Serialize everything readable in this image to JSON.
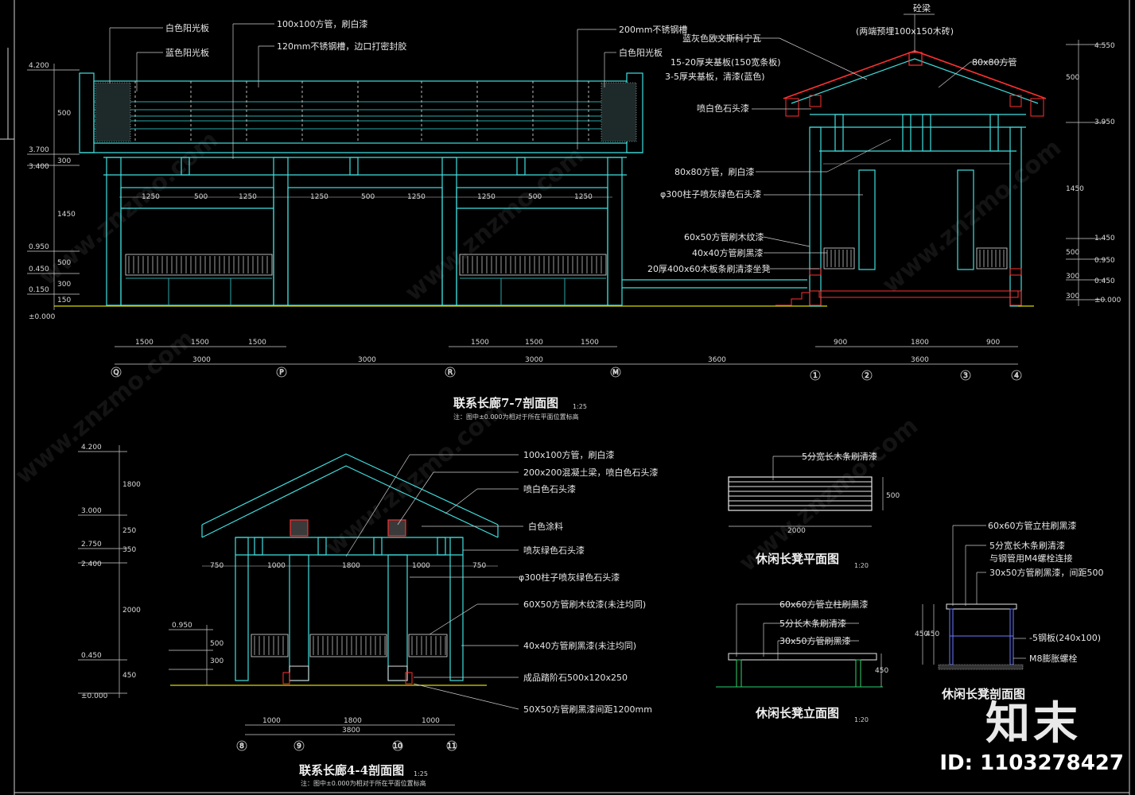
{
  "drawing1": {
    "title": "联系长廊7-7剖面图",
    "scale": "1:25",
    "note": "注：图中±0.000为相对于所在平面位置标高",
    "labels": [
      "白色阳光板",
      "蓝色阳光板",
      "100x100方管，刷白漆",
      "120mm不锈钢槽，边口打密封胶",
      "200mm不锈钢槽",
      "白色阳光板"
    ],
    "levels": [
      "4.200",
      "3.700",
      "3.400",
      "0.950",
      "0.450",
      "0.150",
      "±0.000"
    ],
    "dims_top": [
      "1250",
      "500",
      "1250",
      "1250",
      "500",
      "1250",
      "1250",
      "500",
      "1250"
    ],
    "dims_bottom": [
      "1500",
      "1500",
      "1500",
      "1500",
      "1500",
      "1500"
    ],
    "dims_total": [
      "3000",
      "3000",
      "3000",
      "3600"
    ],
    "axes": [
      "Q",
      "P",
      "R",
      "M"
    ],
    "vdims": [
      "500",
      "300",
      "1450",
      "500",
      "300",
      "150"
    ]
  },
  "pavilion": {
    "top_labels": [
      "砼梁",
      "(两端预埋100x150木砖)"
    ],
    "labels": [
      "蓝灰色欧文斯科宁瓦",
      "15-20厚夹基板(150宽条板)",
      "3-5厚夹基板，清漆(蓝色)",
      "喷白色石头漆",
      "80x80方管，刷白漆",
      "φ300柱子喷灰绿色石头漆",
      "60x50方管刷木纹漆",
      "40x40方管刷黑漆",
      "20厚400x60木板条刷清漆坐凳",
      "80x80方管"
    ],
    "levels": [
      "4.550",
      "3.950",
      "1.450",
      "0.950",
      "0.450",
      "±0.000"
    ],
    "dims_bottom": [
      "900",
      "1800",
      "900"
    ],
    "dims_total": "3600",
    "vdims": [
      "500",
      "1450",
      "500",
      "300",
      "300"
    ],
    "axes": [
      "1",
      "2",
      "3",
      "4"
    ]
  },
  "drawing2": {
    "title": "联系长廊4-4剖面图",
    "scale": "1:25",
    "note": "注：图中±0.000为相对于所在平面位置标高",
    "labels": [
      "100x100方管，刷白漆",
      "200x200混凝土梁，喷白色石头漆",
      "喷白色石头漆",
      "白色涂料",
      "喷灰绿色石头漆",
      "φ300柱子喷灰绿色石头漆",
      "60X50方管刷木纹漆(未注均同)",
      "40x40方管刷黑漆(未注均同)",
      "成品踏阶石500x120x250",
      "50X50方管刷黑漆间距1200mm"
    ],
    "levels": [
      "4.200",
      "3.000",
      "2.750",
      "2.400",
      "0.950",
      "0.450",
      "±0.000"
    ],
    "dims": [
      "750",
      "1000",
      "1800",
      "1000",
      "750"
    ],
    "dims_bottom": [
      "1000",
      "1800",
      "1000"
    ],
    "dims_total": "3800",
    "vdims": [
      "1800",
      "250",
      "350",
      "2000",
      "500",
      "300",
      "450"
    ],
    "axes": [
      "8",
      "9",
      "10",
      "11"
    ]
  },
  "bench_plan": {
    "title": "休闲长凳平面图",
    "scale": "1:20",
    "label": "5分宽长木条刷清漆",
    "dims": [
      "2000",
      "500"
    ]
  },
  "bench_elev": {
    "title": "休闲长凳立面图",
    "scale": "1:20",
    "labels": [
      "60x60方管立柱刷黑漆",
      "5分长木条刷清漆",
      "30x50方管刷黑漆"
    ],
    "dims": [
      "450"
    ]
  },
  "bench_section": {
    "title": "休闲长凳剖面图",
    "labels": [
      "60x60方管立柱刷黑漆",
      "5分宽长木条刷清漆",
      "与钢管用M4螺栓连接",
      "30x50方管刷黑漆，间距500",
      "-5钢板(240x100)",
      "M8膨胀螺栓"
    ],
    "dims": [
      "450",
      "450"
    ]
  },
  "brand": "知末",
  "id_text": "ID: 1103278427",
  "watermark": "www.znzmo.com",
  "colors": {
    "line": "#3fe0e0",
    "text": "#e6e6e6",
    "red": "#ff3030",
    "ground": "#d8d800"
  }
}
